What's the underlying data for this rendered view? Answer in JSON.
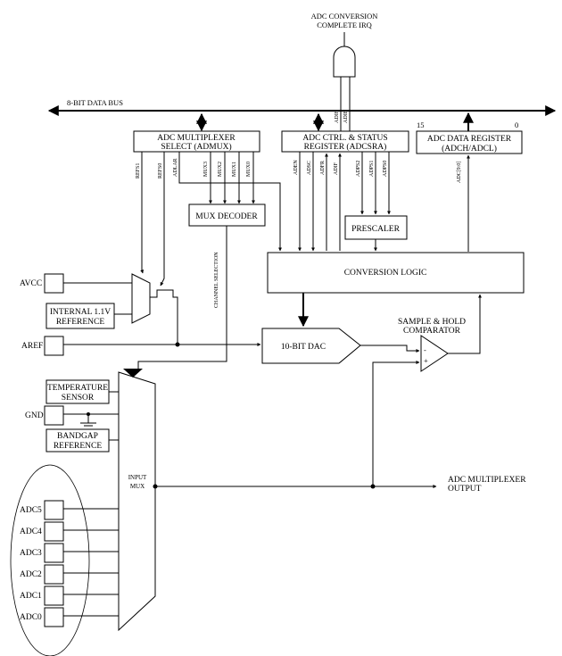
{
  "irq_label": [
    "ADC CONVERSION",
    "COMPLETE IRQ"
  ],
  "data_bus_label": "8-BIT DATA BUS",
  "admux": {
    "title": [
      "ADC MULTIPLEXER",
      "SELECT (ADMUX)"
    ],
    "bits": [
      "REFS1",
      "REFS0",
      "ADLAR",
      "MUX3",
      "MUX2",
      "MUX1",
      "MUX0"
    ]
  },
  "adcsra": {
    "title": [
      "ADC CTRL. & STATUS",
      "REGISTER (ADCSRA)"
    ],
    "bits": [
      "ADEN",
      "ADSC",
      "ADFR",
      "ADIF",
      "ADPS2",
      "ADPS1",
      "ADPS0"
    ],
    "irq_bits": [
      "ADIF",
      "ADIE"
    ]
  },
  "data_reg": {
    "title": [
      "ADC DATA REGISTER",
      "(ADCH/ADCL)"
    ],
    "bit_high": "15",
    "bit_low": "0",
    "bus_label": "ADC[9:0]"
  },
  "mux_decoder": "MUX DECODER",
  "prescaler": "PRESCALER",
  "conversion_logic": "CONVERSION LOGIC",
  "dac": "10-BIT DAC",
  "comparator": {
    "label": [
      "SAMPLE & HOLD",
      "COMPARATOR"
    ],
    "minus": "-",
    "plus": "+"
  },
  "channel_selection": "CHANNEL SELECTION",
  "pins": {
    "avcc": "AVCC",
    "aref": "AREF",
    "gnd": "GND"
  },
  "internal_ref": [
    "INTERNAL 1.1V",
    "REFERENCE"
  ],
  "temp_sensor": [
    "TEMPERATURE",
    "SENSOR"
  ],
  "bandgap": [
    "BANDGAP",
    "REFERENCE"
  ],
  "input_mux": [
    "INPUT",
    "MUX"
  ],
  "mux_output": [
    "ADC MULTIPLEXER",
    "OUTPUT"
  ],
  "adc_channels": [
    "ADC5",
    "ADC4",
    "ADC3",
    "ADC2",
    "ADC1",
    "ADC0"
  ]
}
